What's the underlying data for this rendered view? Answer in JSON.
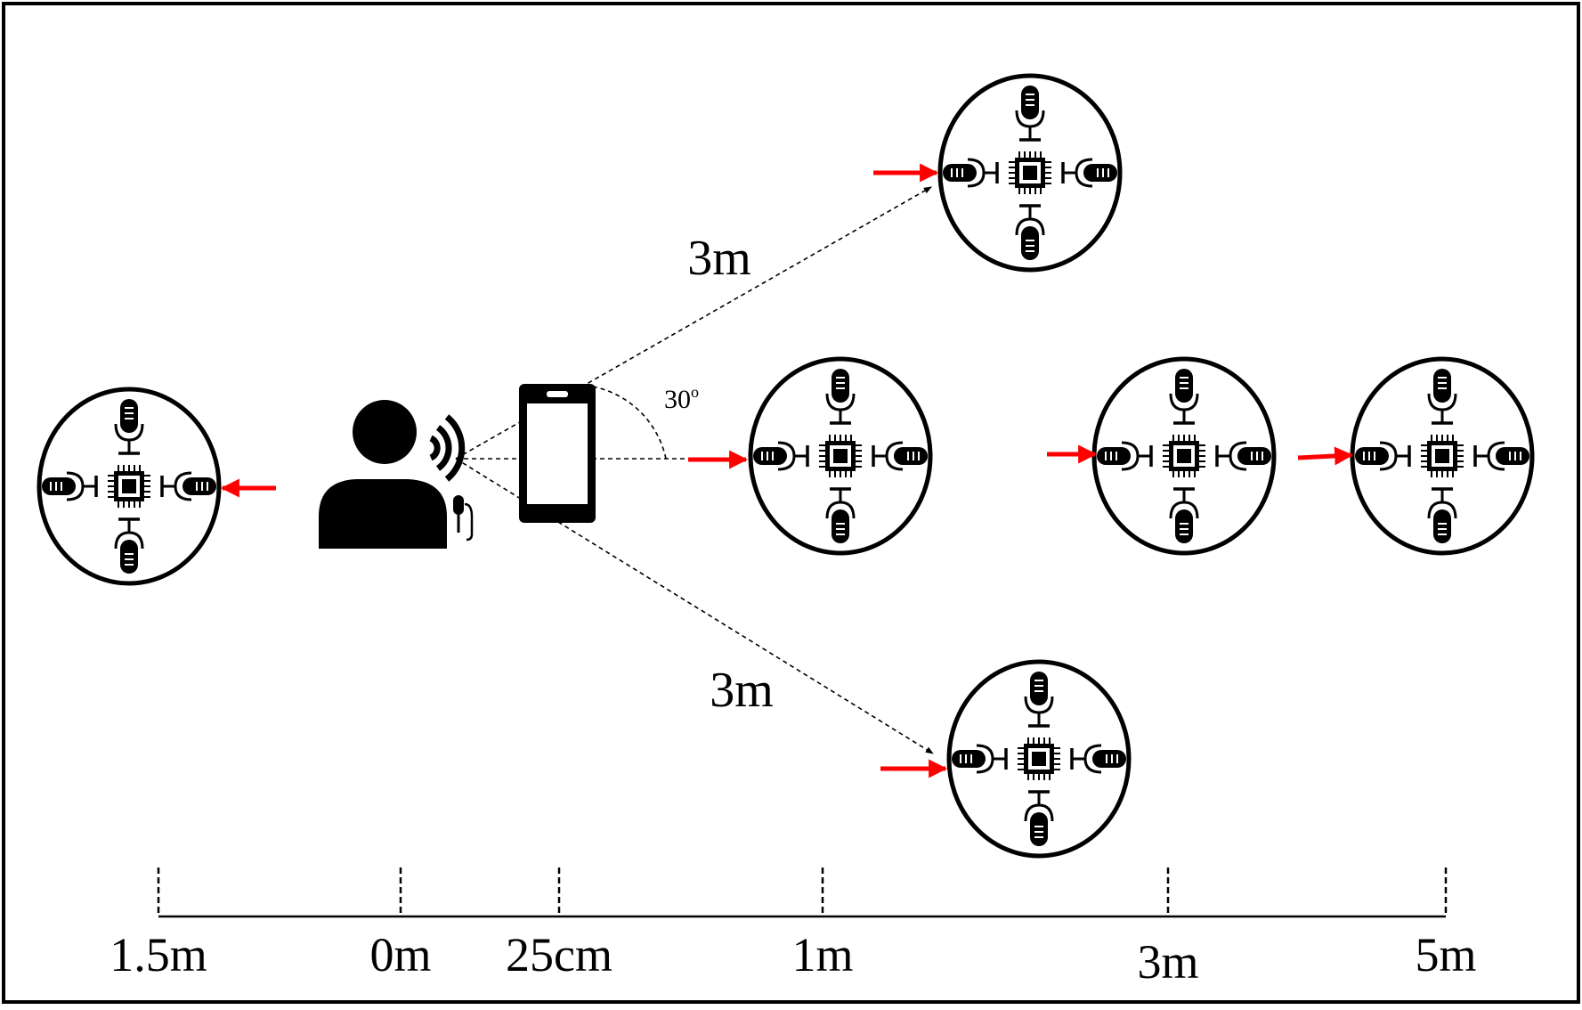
{
  "distance_labels": {
    "upper": "3m",
    "lower": "3m",
    "angle": "30",
    "angle_unit": "o"
  },
  "scale": {
    "ticks": [
      "1.5m",
      "0m",
      "25cm",
      "1m",
      "3m",
      "5m"
    ]
  },
  "colors": {
    "stroke": "#000000",
    "arrow": "#ff0000",
    "background": "#ffffff"
  },
  "icons": {
    "device_icon": "microphone-array-icon",
    "mic_icon": "microphone-icon",
    "chip_icon": "chip-icon",
    "speaker_icon": "person-icon",
    "phone_icon": "smartphone-icon",
    "sound_icon": "sound-waves-icon",
    "lapel_mic_icon": "lapel-microphone-icon"
  }
}
